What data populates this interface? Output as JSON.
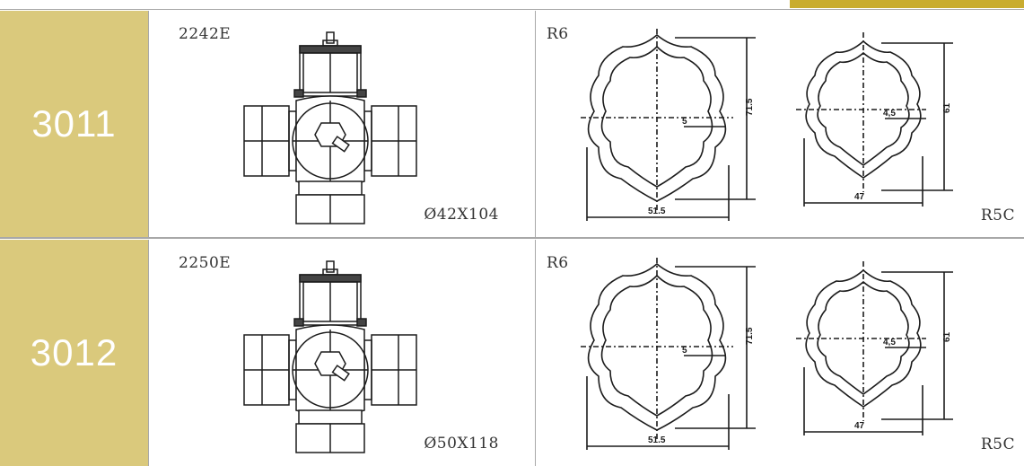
{
  "rows": [
    {
      "code": "3011",
      "joint_code": "2242E",
      "dimension": "Ø42X104",
      "profile_left": "R6",
      "profile_right": "R5C",
      "tube_left": {
        "width": "51.5",
        "height": "71.5",
        "wall": "5"
      },
      "tube_right": {
        "width": "47",
        "height": "61",
        "wall": "4,5"
      }
    },
    {
      "code": "3012",
      "joint_code": "2250E",
      "dimension": "Ø50X118",
      "profile_left": "R6",
      "profile_right": "R5C",
      "tube_left": {
        "width": "51.5",
        "height": "71.5",
        "wall": "5"
      },
      "tube_right": {
        "width": "47",
        "height": "61",
        "wall": "4,5"
      }
    }
  ],
  "colors": {
    "accent": "#c9ac2f",
    "code_cell": "#dac97c",
    "grid": "#a8a8a8",
    "drawing": "#1c1c1c"
  },
  "icons": {
    "joint": "universal-joint-cross-drawing",
    "tube": "star-tube-profile-drawing"
  }
}
